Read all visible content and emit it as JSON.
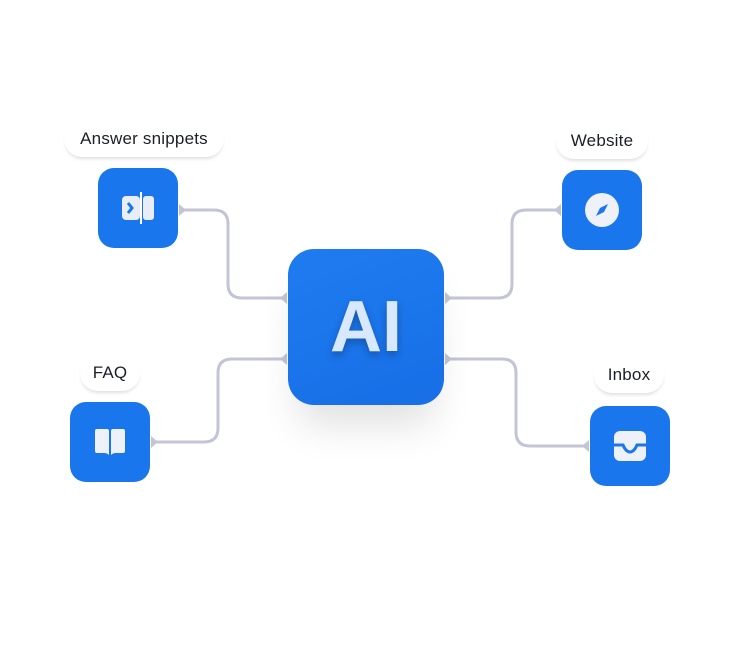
{
  "center": {
    "label": "AI"
  },
  "nodes": {
    "answer": "Answer snippets",
    "website": "Website",
    "faq": "FAQ",
    "inbox": "Inbox"
  },
  "colors": {
    "accent": "#1a76ec",
    "connector": "#c3c5d6"
  }
}
